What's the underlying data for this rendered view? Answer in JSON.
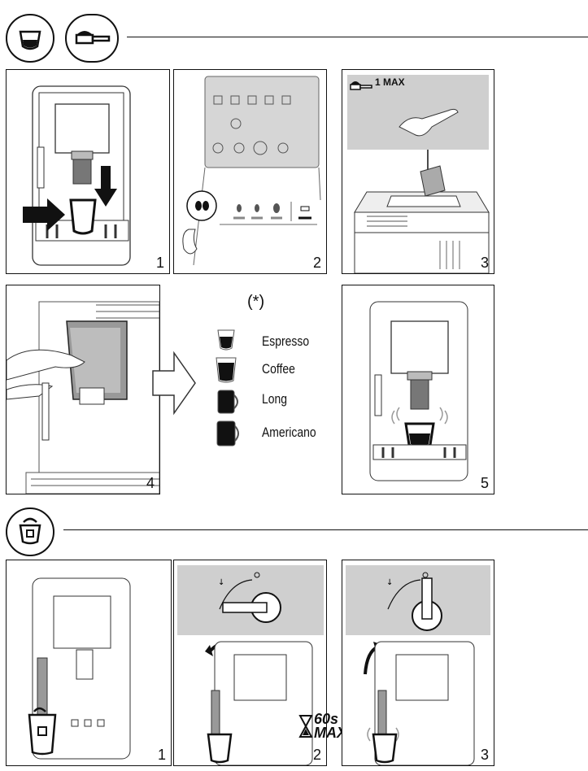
{
  "section1": {
    "icons": [
      "cup-icon",
      "measuring-scoop-icon"
    ],
    "panels": [
      {
        "number": "1"
      },
      {
        "number": "2"
      },
      {
        "number": "3",
        "scoop_label": "1 MAX"
      },
      {
        "number": "4"
      },
      {
        "number": "5"
      }
    ],
    "legend": {
      "note": "(*)",
      "items": [
        "Espresso",
        "Coffee",
        "Long",
        "Americano"
      ]
    }
  },
  "section2": {
    "icons": [
      "milk-jug-icon"
    ],
    "panels": [
      {
        "number": "1"
      },
      {
        "number": "2"
      },
      {
        "number": "3"
      }
    ],
    "timer": {
      "line1": "60s",
      "line2": "MAX"
    }
  }
}
